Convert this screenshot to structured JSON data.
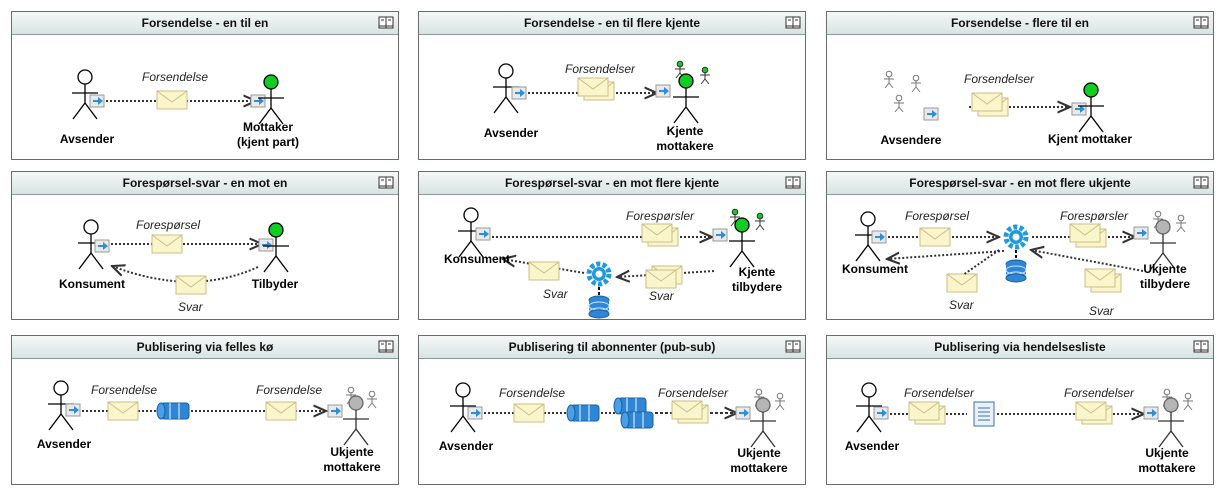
{
  "colors": {
    "actor_green": "#11cc22",
    "queue_blue": "#2e86d4",
    "gear_blue": "#1e9be0",
    "envelope": "#fbf5cc",
    "envelope_stroke": "#c8bf86"
  },
  "panels": [
    {
      "title": "Forsendelse - en til en",
      "sender": "Avsender",
      "msg": "Forsendelse",
      "receiver_line1": "Mottaker",
      "receiver_line2": "(kjent part)"
    },
    {
      "title": "Forsendelse - en til flere kjente",
      "sender": "Avsender",
      "msg": "Forsendelser",
      "receiver_line1": "Kjente",
      "receiver_line2": "mottakere"
    },
    {
      "title": "Forsendelse - flere til en",
      "sender": "Avsendere",
      "msg": "Forsendelser",
      "receiver_line1": "Kjent mottaker"
    },
    {
      "title": "Forespørsel-svar - en mot en",
      "sender": "Konsument",
      "request": "Forespørsel",
      "reply": "Svar",
      "receiver_line1": "Tilbyder"
    },
    {
      "title": "Forespørsel-svar - en mot flere kjente",
      "sender": "Konsument",
      "request": "Forespørsler",
      "reply1": "Svar",
      "reply2": "Svar",
      "receiver_line1": "Kjente",
      "receiver_line2": "tilbydere"
    },
    {
      "title": "Forespørsel-svar - en mot flere ukjente",
      "sender": "Konsument",
      "request1": "Forespørsel",
      "request2": "Forespørsler",
      "reply1": "Svar",
      "reply2": "Svar",
      "receiver_line1": "Ukjente",
      "receiver_line2": "tilbydere"
    },
    {
      "title": "Publisering via felles kø",
      "sender": "Avsender",
      "msg1": "Forsendelse",
      "msg2": "Forsendelse",
      "receiver_line1": "Ukjente",
      "receiver_line2": "mottakere"
    },
    {
      "title": "Publisering til abonnenter (pub-sub)",
      "sender": "Avsender",
      "msg1": "Forsendelse",
      "msg2": "Forsendelser",
      "receiver_line1": "Ukjente",
      "receiver_line2": "mottakere"
    },
    {
      "title": "Publisering via hendelsesliste",
      "sender": "Avsender",
      "msg1": "Forsendelser",
      "msg2": "Forsendelser",
      "receiver_line1": "Ukjente",
      "receiver_line2": "mottakere"
    }
  ]
}
